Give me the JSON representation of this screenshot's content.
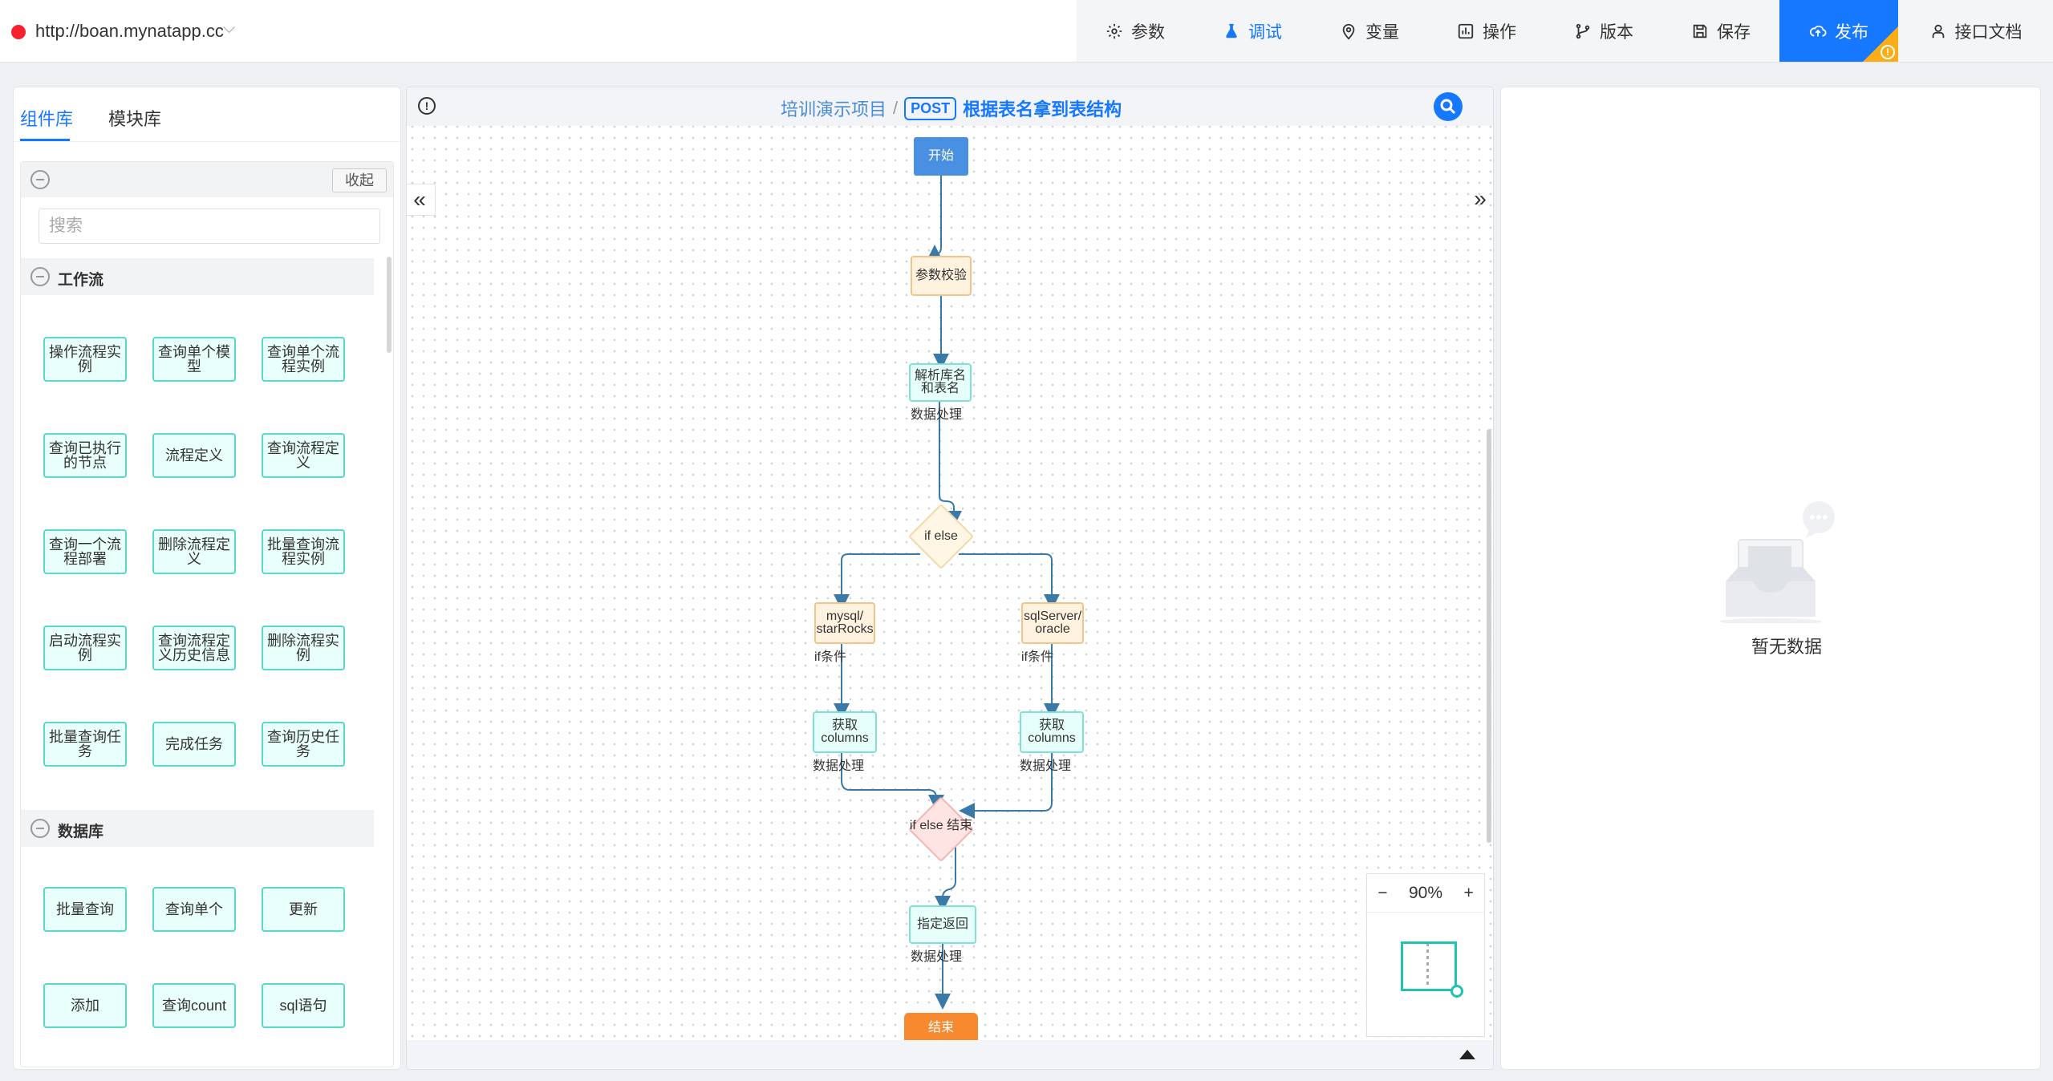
{
  "browser": {
    "url": "http://boan.mynatapp.cc"
  },
  "topnav": {
    "items": [
      {
        "label": "参数",
        "icon": "gear-icon"
      },
      {
        "label": "调试",
        "icon": "flask-icon",
        "active": true
      },
      {
        "label": "变量",
        "icon": "location-pin-icon"
      },
      {
        "label": "操作",
        "icon": "chart-icon"
      },
      {
        "label": "版本",
        "icon": "branch-icon"
      },
      {
        "label": "保存",
        "icon": "save-icon"
      },
      {
        "label": "发布",
        "icon": "cloud-upload-icon",
        "primary": true
      },
      {
        "label": "接口文档",
        "icon": "doc-user-icon"
      }
    ]
  },
  "left": {
    "tabs": [
      "组件库",
      "模块库"
    ],
    "collapse_label": "收起",
    "search_placeholder": "搜索",
    "categories": [
      {
        "name": "工作流",
        "items": [
          "操作流程实例",
          "查询单个模型",
          "查询单个流程实例",
          "查询已执行的节点",
          "流程定义",
          "查询流程定义",
          "查询一个流程部署",
          "删除流程定义",
          "批量查询流程实例",
          "启动流程实例",
          "查询流程定义历史信息",
          "删除流程实例",
          "批量查询任务",
          "完成任务",
          "查询历史任务"
        ]
      },
      {
        "name": "数据库",
        "items": [
          "批量查询",
          "查询单个",
          "更新",
          "添加",
          "查询count",
          "sql语句"
        ]
      }
    ]
  },
  "canvas": {
    "breadcrumb": {
      "project": "培训演示项目",
      "separator": "/",
      "method": "POST",
      "title": "根据表名拿到表结构"
    },
    "nodes": {
      "start": "开始",
      "check": "参数校验",
      "parse": "解析库名和表名",
      "parse_sub": "数据处理",
      "ifelse": "if else",
      "mysql": "mysql/ starRocks",
      "mysql_sub": "if条件",
      "sqlserver": "sqlServer/ oracle",
      "sqlserver_sub": "if条件",
      "cols_left": "获取columns",
      "cols_left_sub": "数据处理",
      "cols_right": "获取columns",
      "cols_right_sub": "数据处理",
      "ifelse_end": "if else 结束",
      "ret": "指定返回",
      "ret_sub": "数据处理",
      "end": "结束"
    },
    "zoom": {
      "minus": "−",
      "value": "90%",
      "plus": "+"
    },
    "arrows": {
      "left": "«",
      "right": "»"
    }
  },
  "right": {
    "empty_text": "暂无数据"
  },
  "colors": {
    "accent": "#1677ff",
    "warn": "#faad14",
    "start": "#4a90e2",
    "end": "#f7892f"
  }
}
